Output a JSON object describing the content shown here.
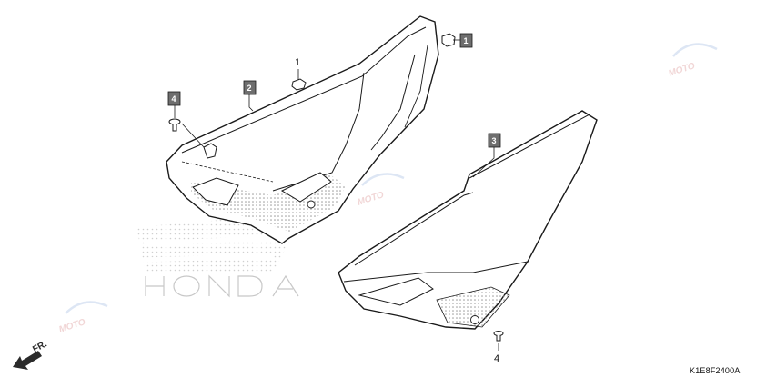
{
  "diagram": {
    "callouts": [
      {
        "id": "c1a",
        "text": "1",
        "boxed": false
      },
      {
        "id": "c1b",
        "text": "1",
        "boxed": true
      },
      {
        "id": "c2",
        "text": "2",
        "boxed": true
      },
      {
        "id": "c3",
        "text": "3",
        "boxed": true
      },
      {
        "id": "c4a",
        "text": "4",
        "boxed": true
      },
      {
        "id": "c4b",
        "text": "4",
        "boxed": false
      }
    ],
    "direction_marker": "FR.",
    "drawing_code": "K1E8F2400A",
    "watermark_text": "MOTO",
    "colors": {
      "line": "#1a1a1a",
      "box": "#6e6e6e",
      "watermark": "#e8bcbc"
    }
  }
}
